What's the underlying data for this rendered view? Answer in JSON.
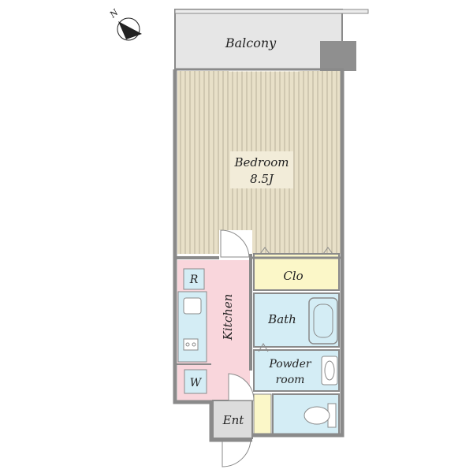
{
  "compass": {
    "label": "N",
    "icon": "north-arrow-icon"
  },
  "rooms": {
    "balcony": {
      "label": "Balcony"
    },
    "bedroom": {
      "label": "Bedroom",
      "size": "8.5J"
    },
    "closet": {
      "label": "Clo"
    },
    "kitchen": {
      "label": "Kitchen"
    },
    "refrigerator": {
      "label": "R"
    },
    "washer": {
      "label": "W"
    },
    "bath": {
      "label": "Bath"
    },
    "powder_room": {
      "label_line1": "Powder",
      "label_line2": "room"
    },
    "entrance": {
      "label": "Ent"
    }
  },
  "colors": {
    "wall": "#8a8a8a",
    "balcony": "#e6e6e6",
    "bedroom_floor": "#e8e0c8",
    "bedroom_stripe": "#b9b09a",
    "kitchen": "#f9d6dc",
    "wet_area": "#d4edf5",
    "closet": "#fbf7c8",
    "entrance": "#dcdcdc",
    "label_box": "#f2ecd9"
  }
}
